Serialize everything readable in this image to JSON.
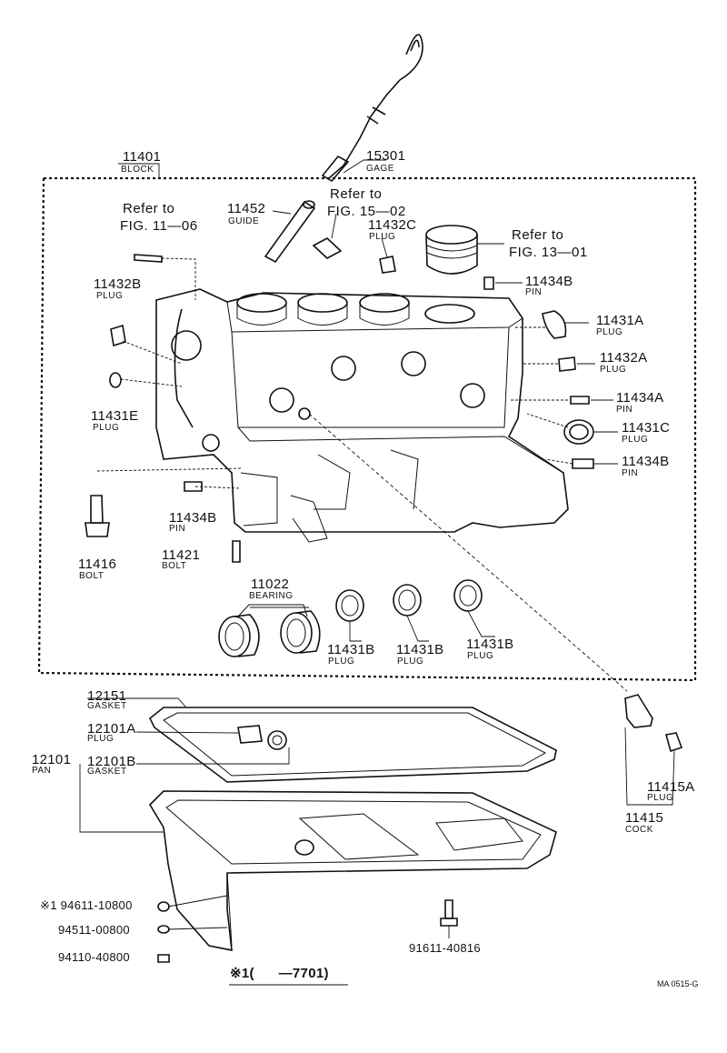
{
  "diagram": {
    "labels": [
      {
        "id": "block",
        "number": "11401",
        "name": "BLOCK"
      },
      {
        "id": "gage",
        "number": "15301",
        "name": "GAGE"
      },
      {
        "id": "guide",
        "number": "11452",
        "name": "GUIDE"
      },
      {
        "id": "plug-11432c",
        "number": "11432C",
        "name": "PLUG"
      },
      {
        "id": "pin-11434b-top",
        "number": "11434B",
        "name": "PIN"
      },
      {
        "id": "plug-11432b",
        "number": "11432B",
        "name": "PLUG"
      },
      {
        "id": "plug-11431a",
        "number": "11431A",
        "name": "PLUG"
      },
      {
        "id": "plug-11432a",
        "number": "11432A",
        "name": "PLUG"
      },
      {
        "id": "plug-11431e",
        "number": "11431E",
        "name": "PLUG"
      },
      {
        "id": "pin-11434a",
        "number": "11434A",
        "name": "PIN"
      },
      {
        "id": "plug-11431c",
        "number": "11431C",
        "name": "PLUG"
      },
      {
        "id": "pin-11434b-right",
        "number": "11434B",
        "name": "PIN"
      },
      {
        "id": "pin-11434b-left",
        "number": "11434B",
        "name": "PIN"
      },
      {
        "id": "bolt-11416",
        "number": "11416",
        "name": "BOLT"
      },
      {
        "id": "bolt-11421",
        "number": "11421",
        "name": "BOLT"
      },
      {
        "id": "bearing",
        "number": "11022",
        "name": "BEARING"
      },
      {
        "id": "plug-11431b-1",
        "number": "11431B",
        "name": "PLUG"
      },
      {
        "id": "plug-11431b-2",
        "number": "11431B",
        "name": "PLUG"
      },
      {
        "id": "plug-11431b-3",
        "number": "11431B",
        "name": "PLUG"
      },
      {
        "id": "gasket-12151",
        "number": "12151",
        "name": "GASKET"
      },
      {
        "id": "plug-12101a",
        "number": "12101A",
        "name": "PLUG"
      },
      {
        "id": "pan",
        "number": "12101",
        "name": "PAN"
      },
      {
        "id": "gasket-12101b",
        "number": "12101B",
        "name": "GASKET"
      },
      {
        "id": "plug-11415a",
        "number": "11415A",
        "name": "PLUG"
      },
      {
        "id": "cock",
        "number": "11415",
        "name": "COCK"
      }
    ],
    "references": [
      {
        "id": "ref-1106",
        "line1": "Refer to",
        "line2": "FIG. 11—06"
      },
      {
        "id": "ref-1502",
        "line1": "Refer to",
        "line2": "FIG. 15—02"
      },
      {
        "id": "ref-1301",
        "line1": "Refer to",
        "line2": "FIG. 13—01"
      }
    ],
    "fasteners": [
      {
        "id": "f1",
        "text": "※1 94611-10800"
      },
      {
        "id": "f2",
        "text": "94511-00800"
      },
      {
        "id": "f3",
        "text": "94110-40800"
      },
      {
        "id": "f4",
        "text": "91611-40816"
      }
    ],
    "note": "※1(      —7701)",
    "code": "MA 0515-G"
  }
}
